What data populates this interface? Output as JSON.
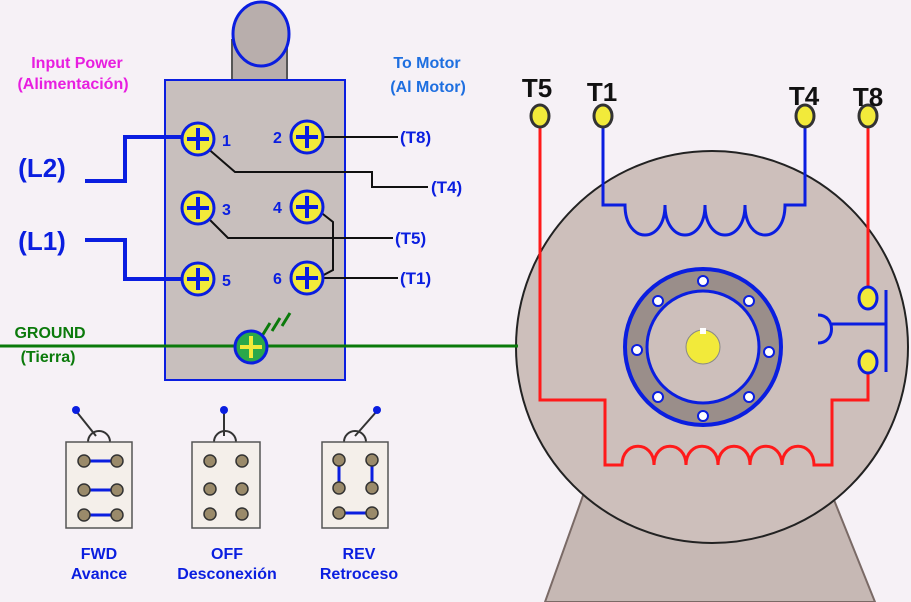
{
  "headers": {
    "input_power": "Input Power",
    "input_power_es": "(Alimentación)",
    "to_motor": "To Motor",
    "to_motor_es": "(Al Motor)"
  },
  "lines": {
    "l2": "(L2)",
    "l1": "(L1)"
  },
  "ground": {
    "label": "GROUND",
    "label_es": "(Tierra)"
  },
  "switch_terminals": {
    "t1": "1",
    "t2": "2",
    "t3": "3",
    "t4": "4",
    "t5": "5",
    "t6": "6"
  },
  "motor_leads_switch": {
    "t8": "(T8)",
    "t4": "(T4)",
    "t5": "(T5)",
    "t1": "(T1)"
  },
  "motor_terminals": {
    "t5": "T5",
    "t1": "T1",
    "t4": "T4",
    "t8": "T8"
  },
  "modes": {
    "fwd": {
      "label": "FWD",
      "label_es": "Avance"
    },
    "off": {
      "label": "OFF",
      "label_es": "Desconexión"
    },
    "rev": {
      "label": "REV",
      "label_es": "Retroceso"
    }
  },
  "colors": {
    "input_label": "#e81ee0",
    "to_motor_label": "#1e6fe0",
    "wire_blue": "#0a1ee0",
    "wire_red": "#ff1a1a",
    "ground_green": "#0b7a0b",
    "screw_yellow": "#f2ea3a",
    "switch_body": "#c8bfbd",
    "motor_body": "#cdbfbb"
  }
}
